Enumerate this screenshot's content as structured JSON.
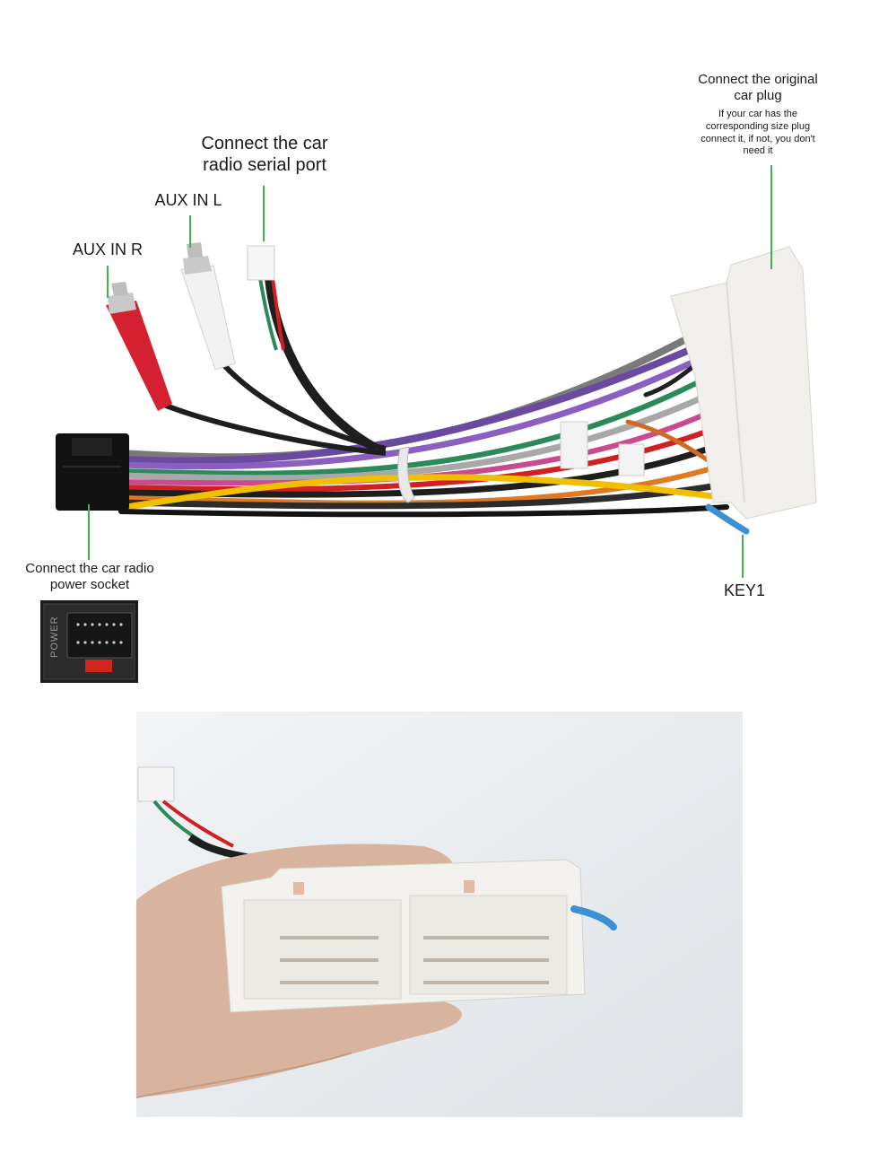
{
  "labels": {
    "aux_in_r": "AUX IN R",
    "aux_in_l": "AUX IN L",
    "serial_port": "Connect the car radio  serial port",
    "original_plug": "Connect the original car plug",
    "original_plug_note": "If your car has the corresponding size plug connect it, if not, you don't need it",
    "power_socket": "Connect the car radio power socket",
    "key1": "KEY1",
    "socket_text": "POWER"
  },
  "colors": {
    "pointer_line": "#3fb34f",
    "rca_red": "#d42030",
    "rca_white": "#f2f2f2",
    "connector_white": "#f1f0ec",
    "connector_black": "#111111",
    "key_wire_blue": "#3d8fd6",
    "fuse_red": "#d0251c",
    "photo_background": "#e9ecef",
    "skin": "#d8b49e"
  }
}
